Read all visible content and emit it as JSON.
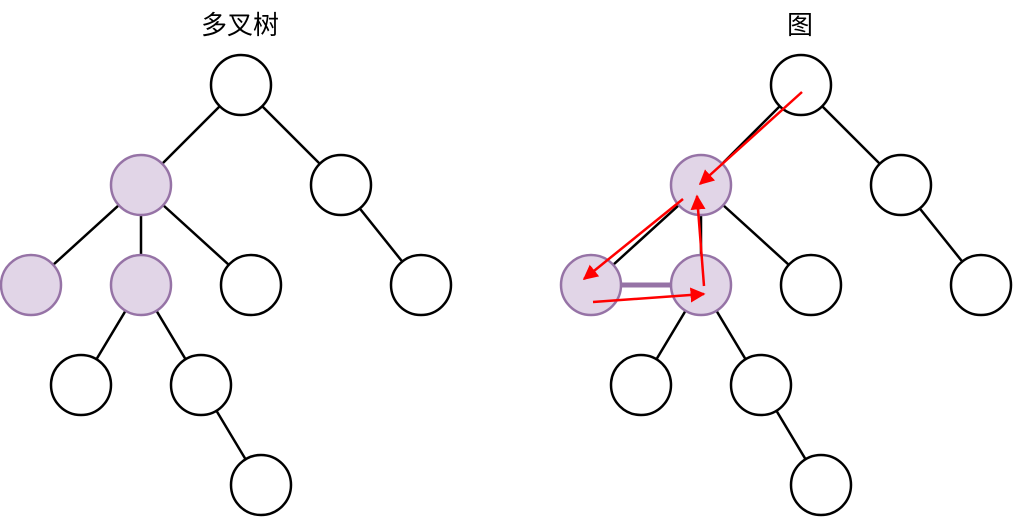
{
  "titles": {
    "tree": "多叉树",
    "graph": "图"
  },
  "colors": {
    "node_fill": "#ffffff",
    "node_stroke": "#000000",
    "highlight_fill": "#e1d5e7",
    "highlight_stroke": "#9673a6",
    "arrow": "#ff0000",
    "edge": "#000000"
  },
  "diagrams": [
    {
      "id": "tree",
      "nodes": [
        {
          "id": "root",
          "highlight": false
        },
        {
          "id": "a",
          "highlight": true
        },
        {
          "id": "b",
          "highlight": false
        },
        {
          "id": "c",
          "highlight": true
        },
        {
          "id": "d",
          "highlight": true
        },
        {
          "id": "e",
          "highlight": false
        },
        {
          "id": "f",
          "highlight": false
        },
        {
          "id": "g",
          "highlight": false
        },
        {
          "id": "h",
          "highlight": false
        },
        {
          "id": "i",
          "highlight": false
        }
      ],
      "edges": [
        [
          "root",
          "a"
        ],
        [
          "root",
          "b"
        ],
        [
          "a",
          "c"
        ],
        [
          "a",
          "d"
        ],
        [
          "a",
          "e"
        ],
        [
          "b",
          "f"
        ],
        [
          "d",
          "g"
        ],
        [
          "d",
          "h"
        ],
        [
          "h",
          "i"
        ]
      ],
      "extra_edges": [],
      "traversal_arrows": []
    },
    {
      "id": "graph",
      "nodes": [
        {
          "id": "root",
          "highlight": false
        },
        {
          "id": "a",
          "highlight": true
        },
        {
          "id": "b",
          "highlight": false
        },
        {
          "id": "c",
          "highlight": true
        },
        {
          "id": "d",
          "highlight": true
        },
        {
          "id": "e",
          "highlight": false
        },
        {
          "id": "f",
          "highlight": false
        },
        {
          "id": "g",
          "highlight": false
        },
        {
          "id": "h",
          "highlight": false
        },
        {
          "id": "i",
          "highlight": false
        }
      ],
      "edges": [
        [
          "root",
          "a"
        ],
        [
          "root",
          "b"
        ],
        [
          "a",
          "c"
        ],
        [
          "a",
          "d"
        ],
        [
          "a",
          "e"
        ],
        [
          "b",
          "f"
        ],
        [
          "d",
          "g"
        ],
        [
          "d",
          "h"
        ],
        [
          "h",
          "i"
        ]
      ],
      "extra_edges": [
        [
          "c",
          "d"
        ]
      ],
      "traversal_arrows": [
        [
          "root",
          "a"
        ],
        [
          "a",
          "c"
        ],
        [
          "c",
          "d"
        ],
        [
          "d",
          "a"
        ]
      ]
    }
  ]
}
